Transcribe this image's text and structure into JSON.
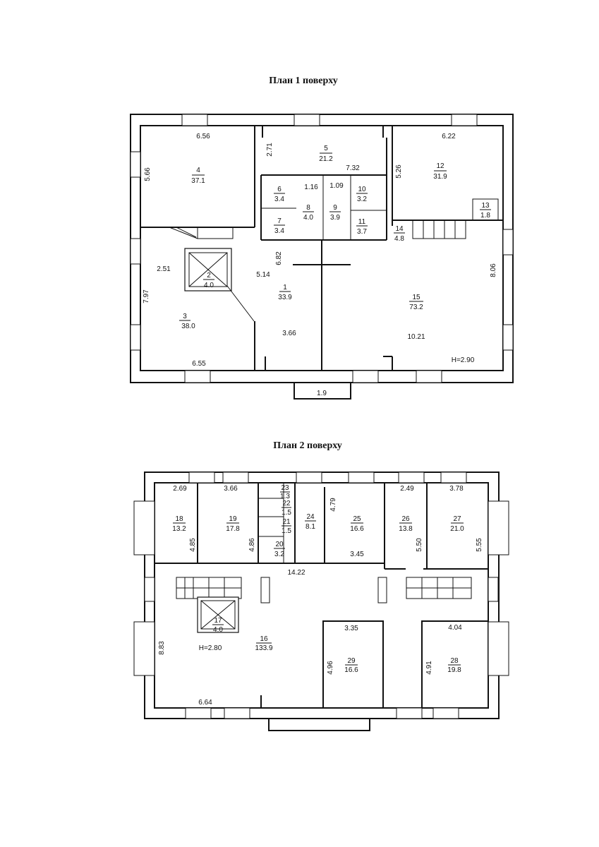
{
  "plan1": {
    "title": "План 1 поверху",
    "rooms": [
      {
        "num": "1",
        "area": "33.9"
      },
      {
        "num": "2",
        "area": "4.0"
      },
      {
        "num": "3",
        "area": "38.0"
      },
      {
        "num": "4",
        "area": "37.1"
      },
      {
        "num": "5",
        "area": "21.2"
      },
      {
        "num": "6",
        "area": "3.4"
      },
      {
        "num": "7",
        "area": "3.4"
      },
      {
        "num": "8",
        "area": "4.0"
      },
      {
        "num": "9",
        "area": "3.9"
      },
      {
        "num": "10",
        "area": "3.2"
      },
      {
        "num": "11",
        "area": "3.7"
      },
      {
        "num": "12",
        "area": "31.9"
      },
      {
        "num": "13",
        "area": "1.8"
      },
      {
        "num": "14",
        "area": "4.8"
      },
      {
        "num": "15",
        "area": "73.2"
      }
    ],
    "dims": [
      "6.56",
      "5.66",
      "2.71",
      "7.32",
      "6.22",
      "5.26",
      "1.16",
      "1.09",
      "6.82",
      "5.14",
      "2.51",
      "7.97",
      "8.06",
      "3.66",
      "10.21",
      "6.55",
      "1.9"
    ],
    "height": "H=2.90"
  },
  "plan2": {
    "title": "План 2 поверху",
    "rooms": [
      {
        "num": "16",
        "area": "133.9"
      },
      {
        "num": "17",
        "area": "4.0"
      },
      {
        "num": "18",
        "area": "13.2"
      },
      {
        "num": "19",
        "area": "17.8"
      },
      {
        "num": "20",
        "area": "3.2"
      },
      {
        "num": "21",
        "area": "1.5"
      },
      {
        "num": "22",
        "area": "1.5"
      },
      {
        "num": "23",
        "area": "1.3"
      },
      {
        "num": "24",
        "area": "8.1"
      },
      {
        "num": "25",
        "area": "16.6"
      },
      {
        "num": "26",
        "area": "13.8"
      },
      {
        "num": "27",
        "area": "21.0"
      },
      {
        "num": "28",
        "area": "19.8"
      },
      {
        "num": "29",
        "area": "16.6"
      }
    ],
    "dims": [
      "2.69",
      "3.66",
      "4.85",
      "4.86",
      "4.79",
      "3.45",
      "2.49",
      "3.78",
      "5.50",
      "5.55",
      "14.22",
      "8.83",
      "3.35",
      "4.96",
      "4.04",
      "4.91",
      "6.64"
    ],
    "height": "H=2.80"
  }
}
